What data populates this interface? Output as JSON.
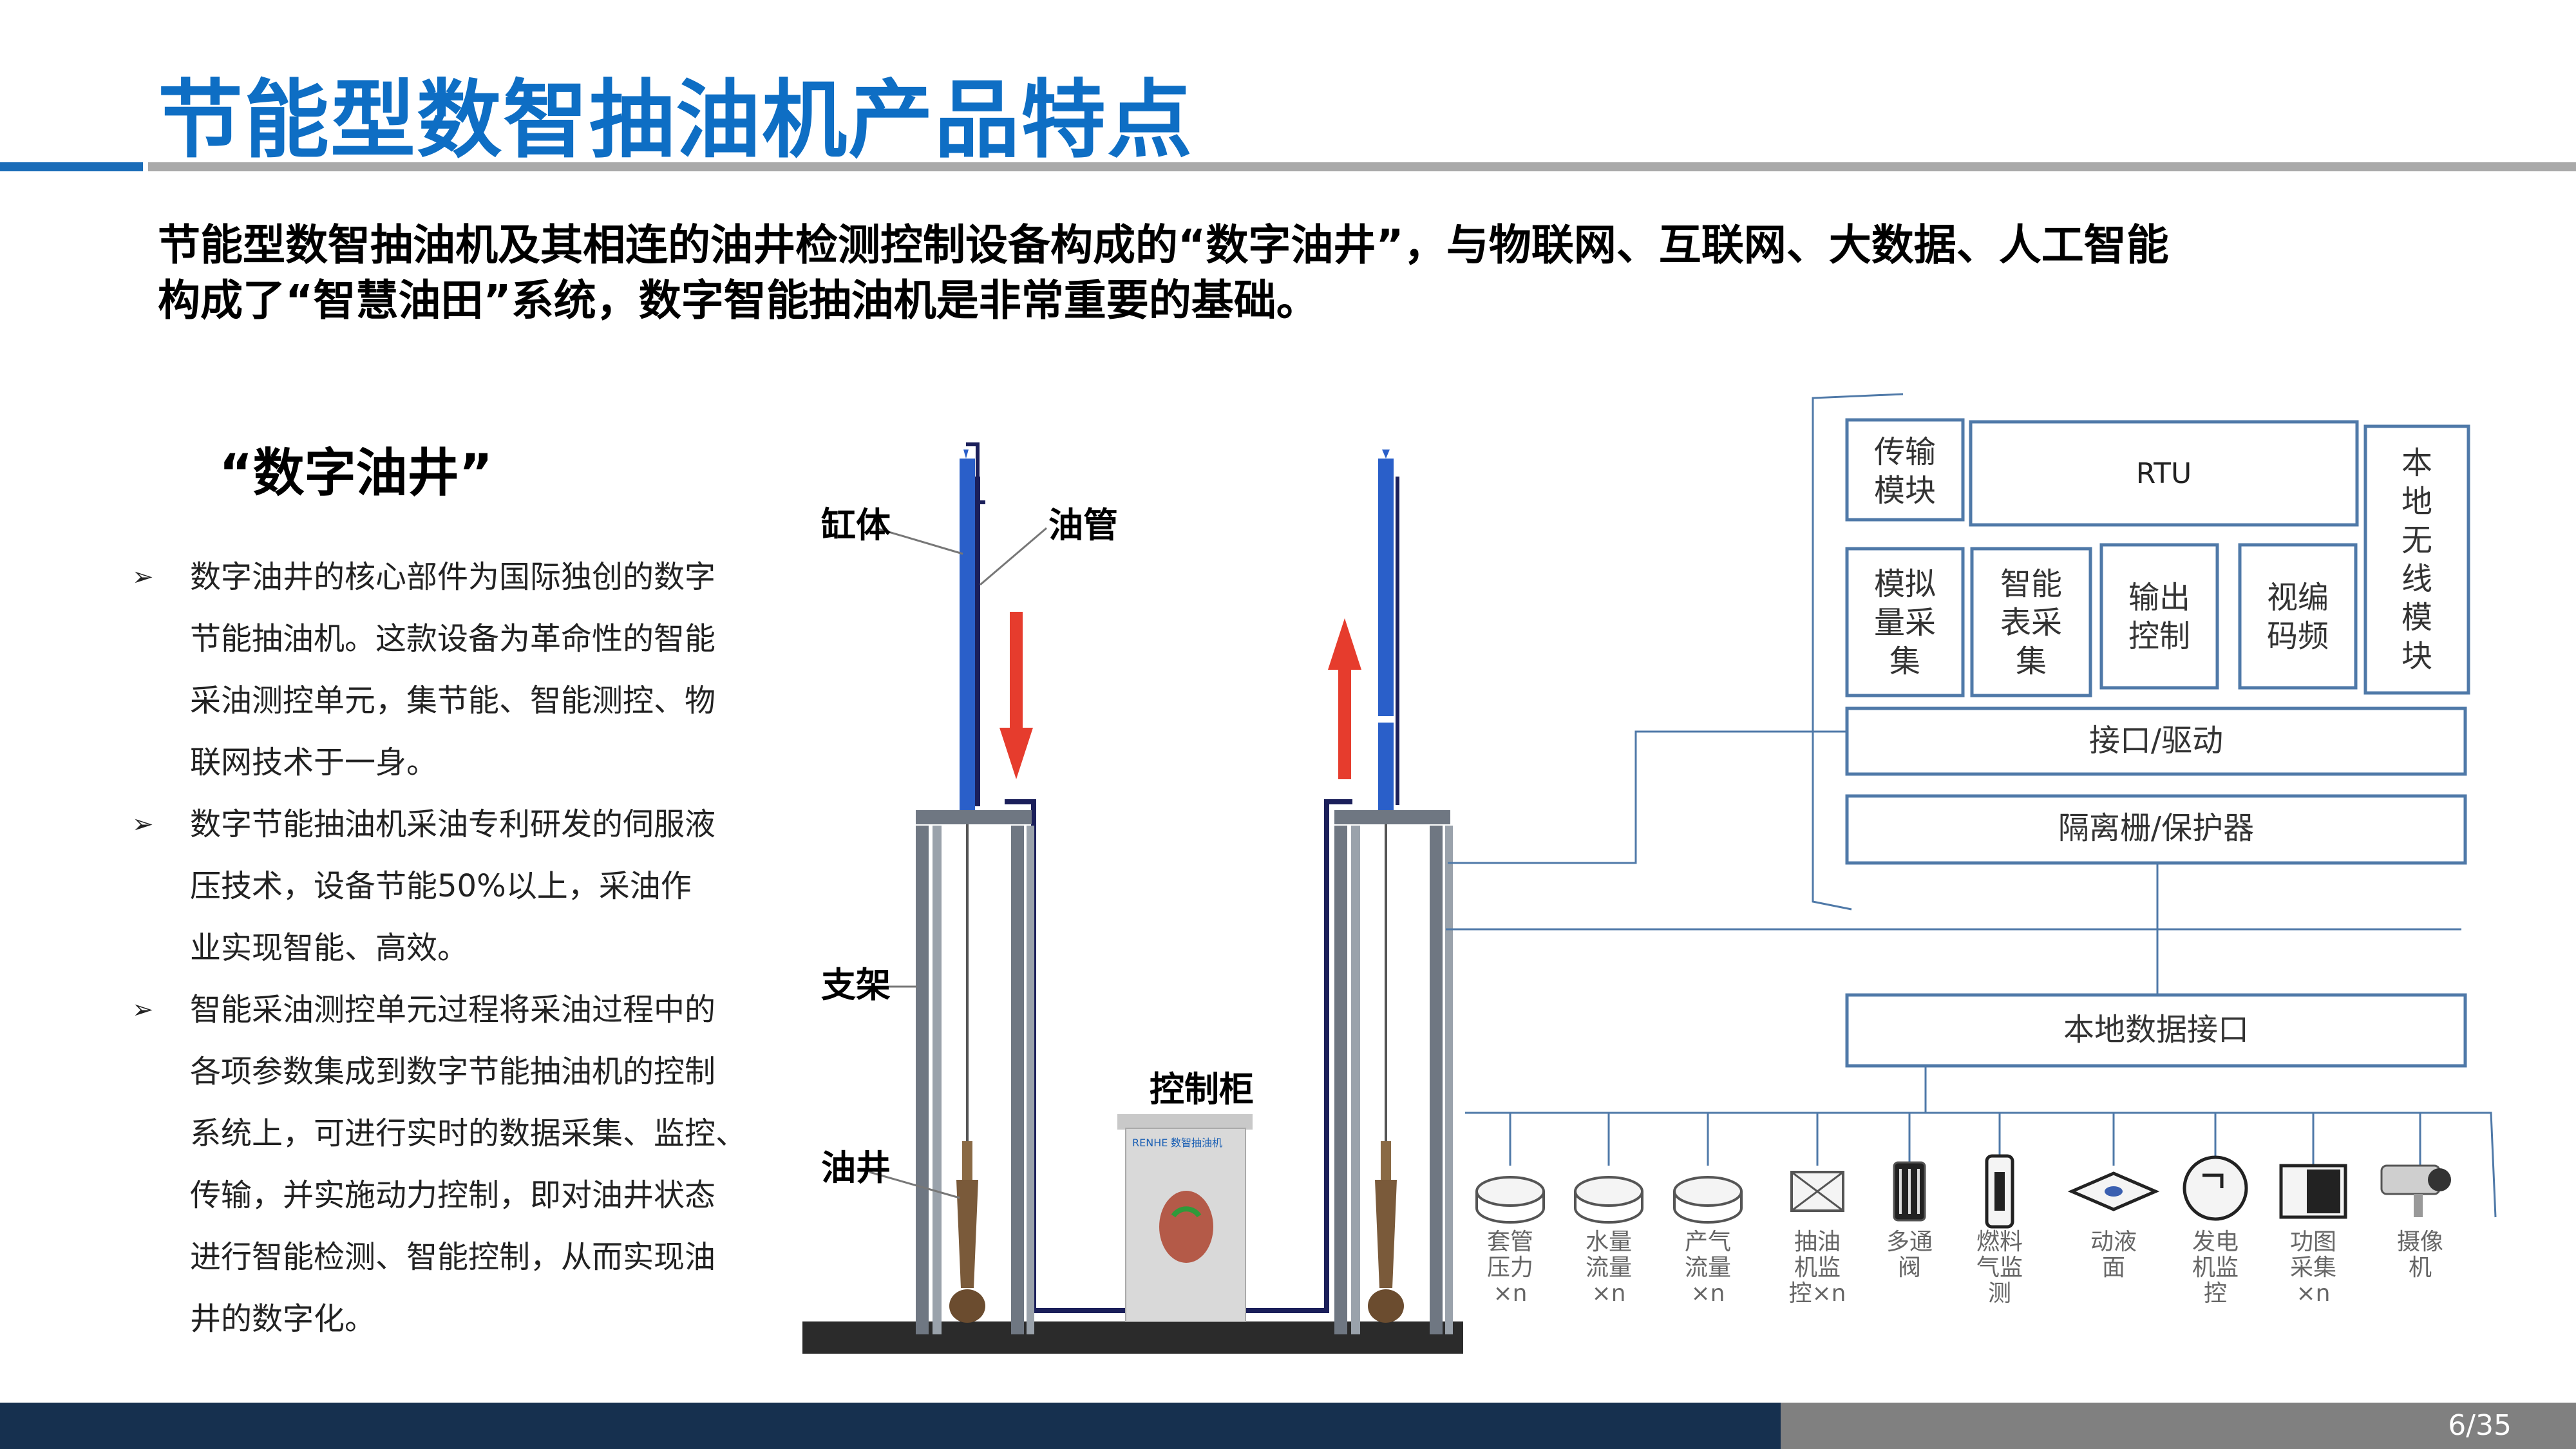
{
  "slide": {
    "title": "节能型数智抽油机产品特点",
    "intro": [
      "节能型数智抽油机及其相连的油井检测控制设备构成的“数字油井”，与物联网、互联网、大数据、人工智能",
      "构成了“智慧油田”系统，数字智能抽油机是非常重要的基础。"
    ],
    "subhead": "“数字油井”",
    "bullet_marker": "➢",
    "bullets": [
      [
        "数字油井的核心部件为国际独创的数字",
        "节能抽油机。这款设备为革命性的智能",
        "采油测控单元，集节能、智能测控、物",
        "联网技术于一身。"
      ],
      [
        "数字节能抽油机采油专利研发的伺服液",
        "压技术，设备节能50%以上，采油作",
        "业实现智能、高效。"
      ],
      [
        "智能采油测控单元过程将采油过程中的",
        "各项参数集成到数字节能抽油机的控制",
        "系统上，可进行实时的数据采集、监控、",
        "传输，并实施动力控制，即对油井状态",
        "进行智能检测、智能控制，从而实现油",
        "井的数字化。"
      ]
    ],
    "page": "6/35"
  },
  "illustration": {
    "labels": {
      "cylinder": "缸体",
      "tubing": "油管",
      "frame": "支架",
      "well": "油井",
      "cabinet": "控制柜"
    },
    "cabinet_brand": "RENHE",
    "cabinet_name": "数智抽油机",
    "colors": {
      "column": "#2a5fc9",
      "frame": "#6f7782",
      "arrow": "#e63c2d",
      "ground": "#2b2b2b",
      "cabinet": "#d9d9d9"
    }
  },
  "system": {
    "rtu": "RTU",
    "transmission": [
      "传输",
      "模块"
    ],
    "wireless": [
      "本",
      "地",
      "无",
      "线",
      "模",
      "块"
    ],
    "modules": [
      [
        "模拟",
        "量采",
        "集"
      ],
      [
        "智能",
        "表采",
        "集"
      ],
      [
        "输出",
        "控制"
      ],
      [
        "视编",
        "码频"
      ]
    ],
    "interface": "接口/驱动",
    "isolation": "隔离栅/保护器",
    "local_data": "本地数据接口",
    "devices": [
      {
        "icon": "casing-pressure-sensor-icon",
        "label": [
          "套管",
          "压力"
        ],
        "mult": "×n"
      },
      {
        "icon": "water-flow-meter-icon",
        "label": [
          "水量",
          "流量"
        ],
        "mult": "×n"
      },
      {
        "icon": "gas-flow-meter-icon",
        "label": [
          "产气",
          "流量"
        ],
        "mult": "×n"
      },
      {
        "icon": "pump-monitor-icon",
        "label": [
          "抽油",
          "机监",
          "控×n"
        ],
        "mult": ""
      },
      {
        "icon": "multiway-valve-icon",
        "label": [
          "多通",
          "阀"
        ],
        "mult": ""
      },
      {
        "icon": "fuel-gas-monitor-icon",
        "label": [
          "燃料",
          "气监",
          "测"
        ],
        "mult": ""
      },
      {
        "icon": "dynamic-level-icon",
        "label": [
          "动液",
          "面"
        ],
        "mult": ""
      },
      {
        "icon": "generator-monitor-icon",
        "label": [
          "发电",
          "机监",
          "控"
        ],
        "mult": ""
      },
      {
        "icon": "dynamometer-icon",
        "label": [
          "功图",
          "采集"
        ],
        "mult": "×n"
      },
      {
        "icon": "camera-icon",
        "label": [
          "摄像",
          "机"
        ],
        "mult": ""
      }
    ]
  }
}
